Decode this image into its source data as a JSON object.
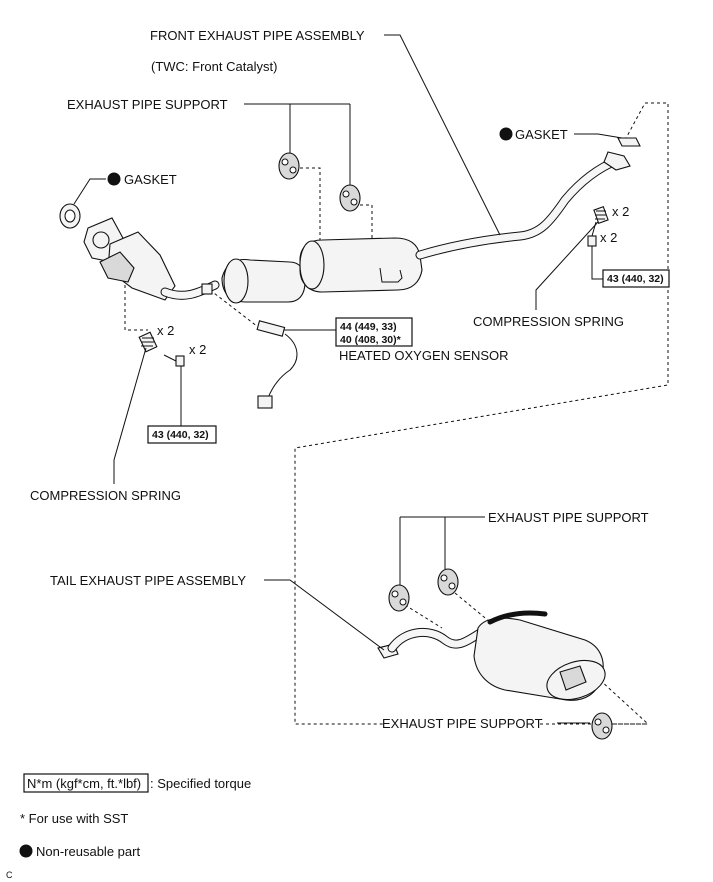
{
  "labels": {
    "front_pipe": "FRONT EXHAUST PIPE ASSEMBLY",
    "twc": "(TWC: Front Catalyst)",
    "support_top": "EXHAUST PIPE SUPPORT",
    "gasket_left": "GASKET",
    "gasket_right": "GASKET",
    "x2_a": "x 2",
    "x2_b": "x 2",
    "x2_c": "x 2",
    "x2_d": "x 2",
    "compression_spring_right": "COMPRESSION SPRING",
    "compression_spring_left": "COMPRESSION SPRING",
    "heated_oxygen_sensor": "HEATED OXYGEN SENSOR",
    "support_mid": "EXHAUST PIPE SUPPORT",
    "tail_pipe": "TAIL EXHAUST PIPE ASSEMBLY",
    "support_bottom": "EXHAUST PIPE SUPPORT"
  },
  "torque": {
    "right_bolt": "43 (440, 32)",
    "left_bolt": "43 (440, 32)",
    "sensor_line1": "44 (449, 33)",
    "sensor_line2": "40 (408, 30)*"
  },
  "legend": {
    "unit_box": "N*m (kgf*cm, ft.*lbf)",
    "unit_text": ": Specified torque",
    "sst_note": "* For use with SST",
    "non_reusable": "Non-reusable part",
    "corner_code": "C"
  }
}
